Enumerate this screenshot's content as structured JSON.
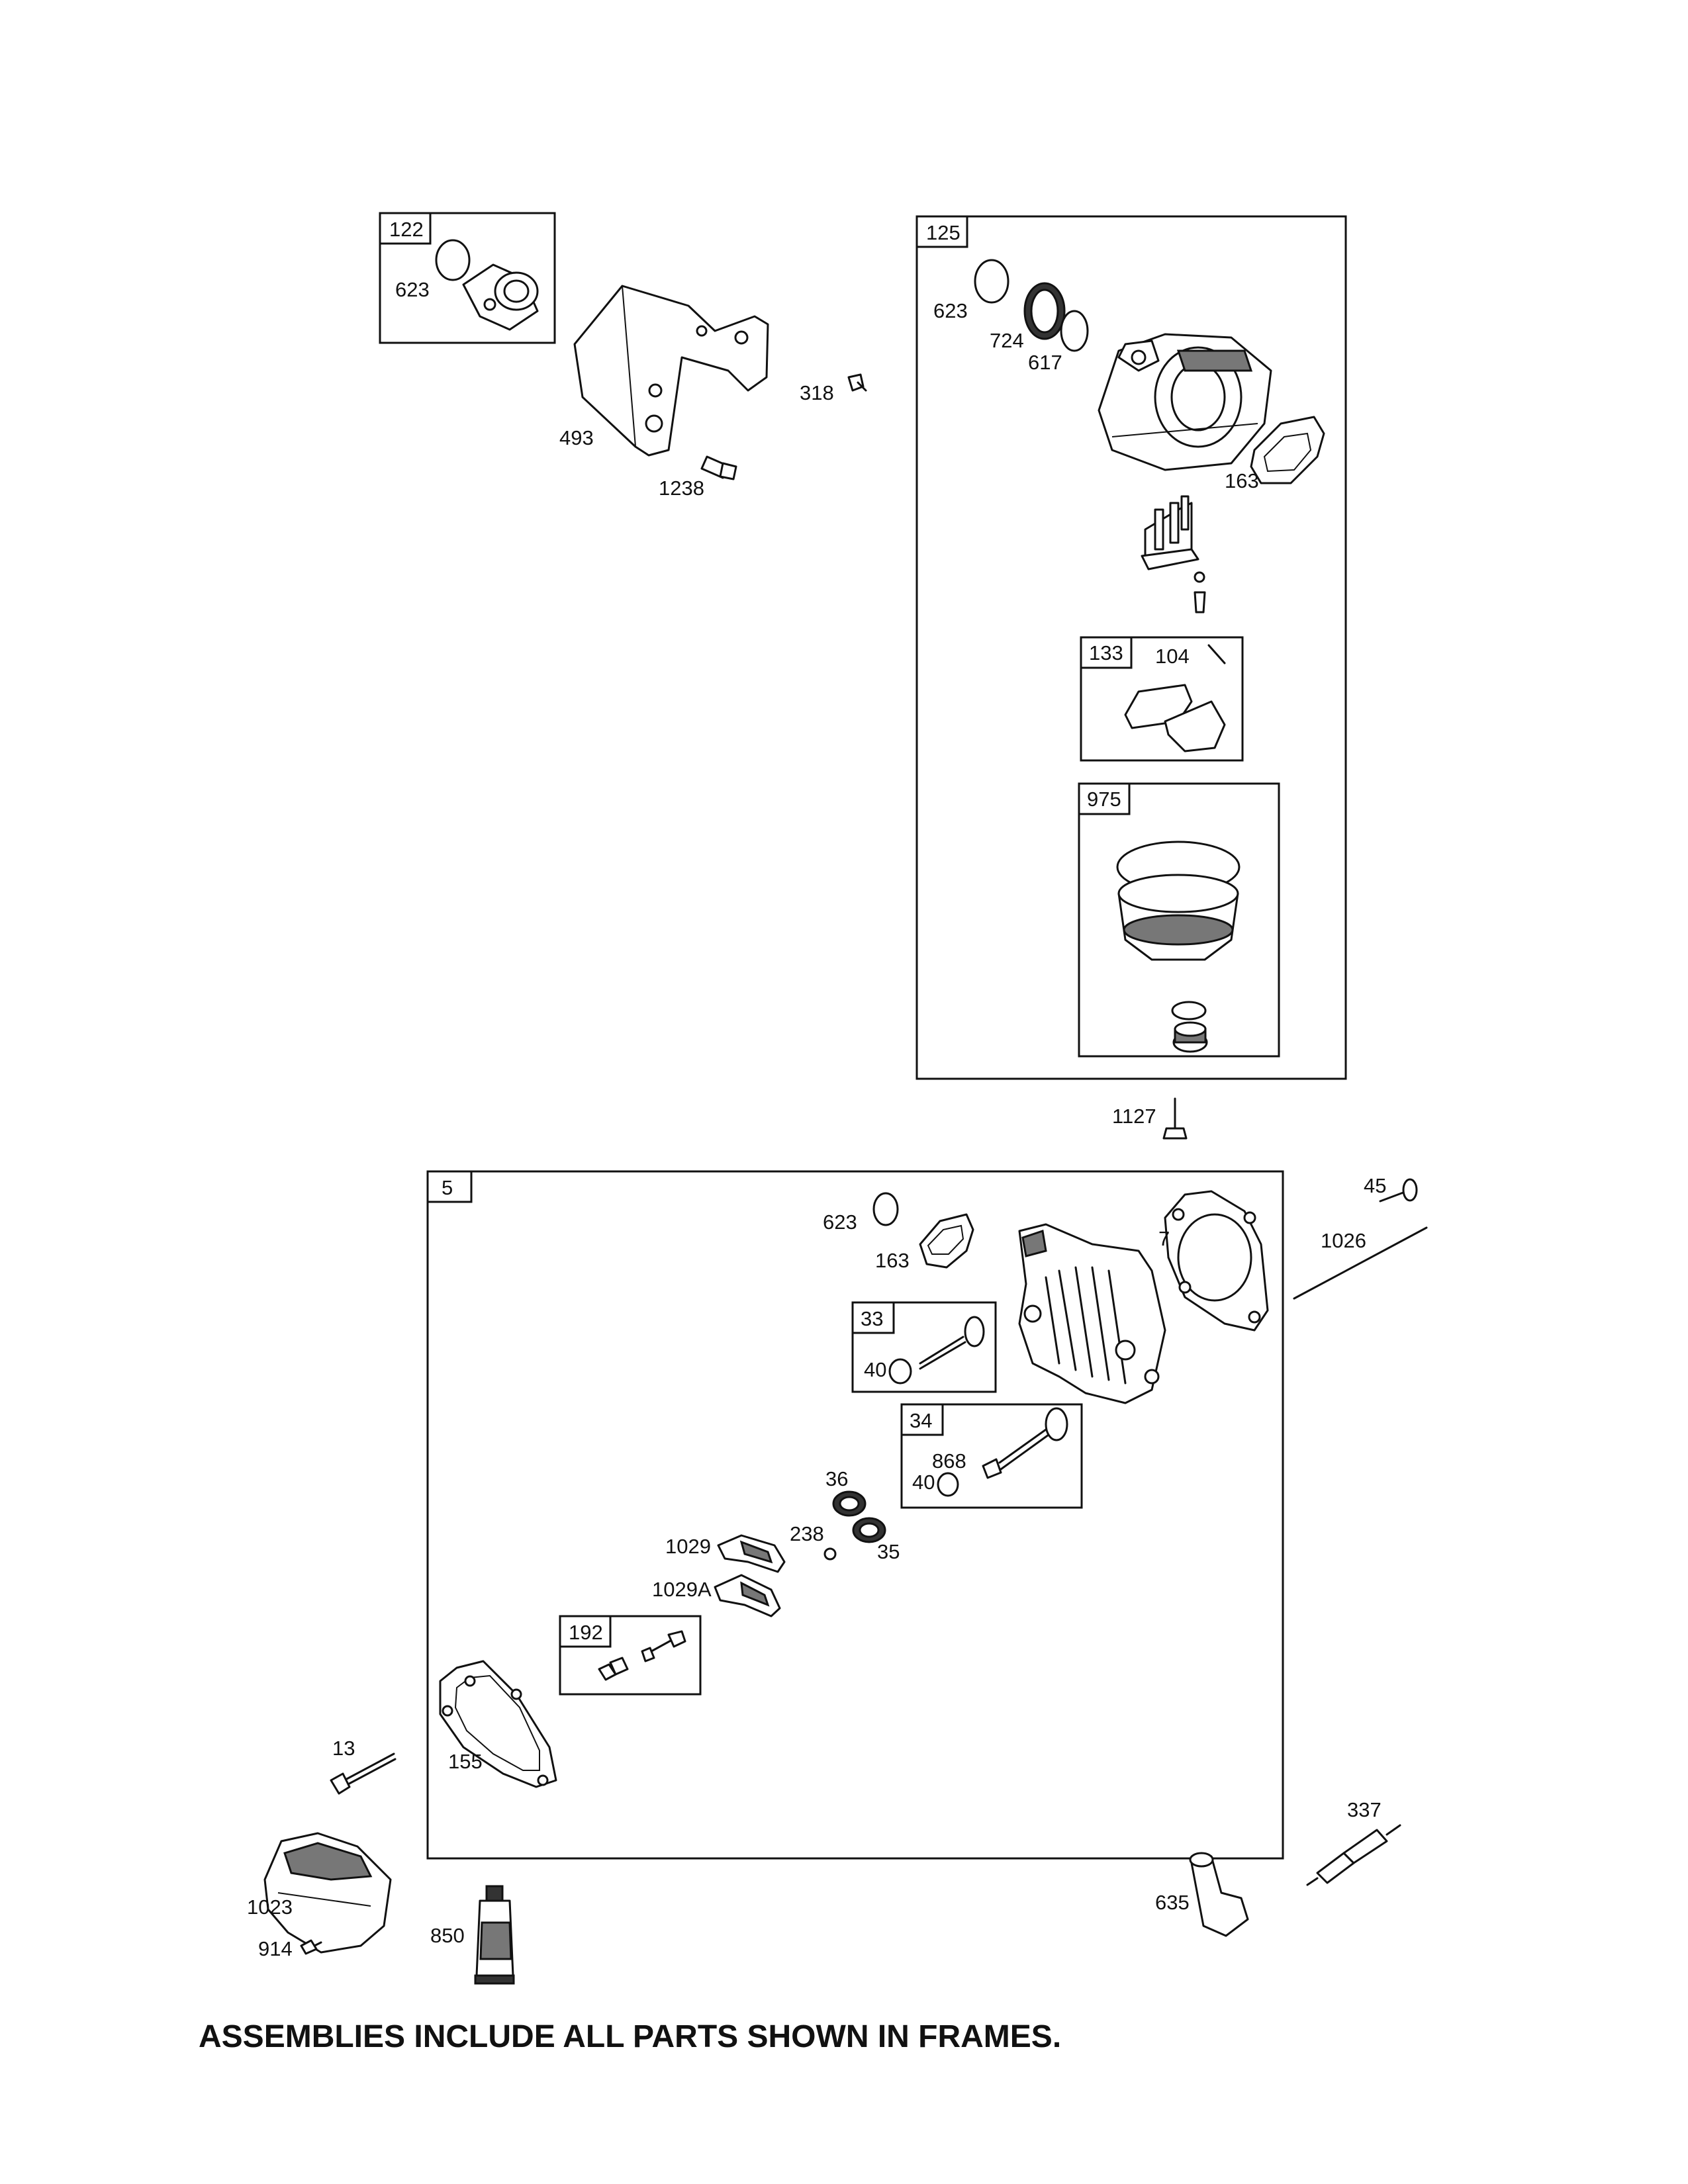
{
  "footer_note": "ASSEMBLIES INCLUDE ALL PARTS SHOWN IN FRAMES.",
  "frames": {
    "f122": "122",
    "f125": "125",
    "f133": "133",
    "f975": "975",
    "f5": "5",
    "f33": "33",
    "f34": "34",
    "f192": "192"
  },
  "callouts": {
    "c623_a": "623",
    "c493": "493",
    "c1238": "1238",
    "c318": "318",
    "c623_b": "623",
    "c724": "724",
    "c617": "617",
    "c163_a": "163",
    "c104": "104",
    "c1127": "1127",
    "c623_c": "623",
    "c163_b": "163",
    "c7": "7",
    "c45": "45",
    "c1026": "1026",
    "c40_a": "40",
    "c868": "868",
    "c40_b": "40",
    "c36": "36",
    "c238": "238",
    "c35": "35",
    "c1029": "1029",
    "c1029a": "1029A",
    "c13": "13",
    "c155": "155",
    "c337": "337",
    "c1023": "1023",
    "c914": "914",
    "c850": "850",
    "c635": "635"
  }
}
